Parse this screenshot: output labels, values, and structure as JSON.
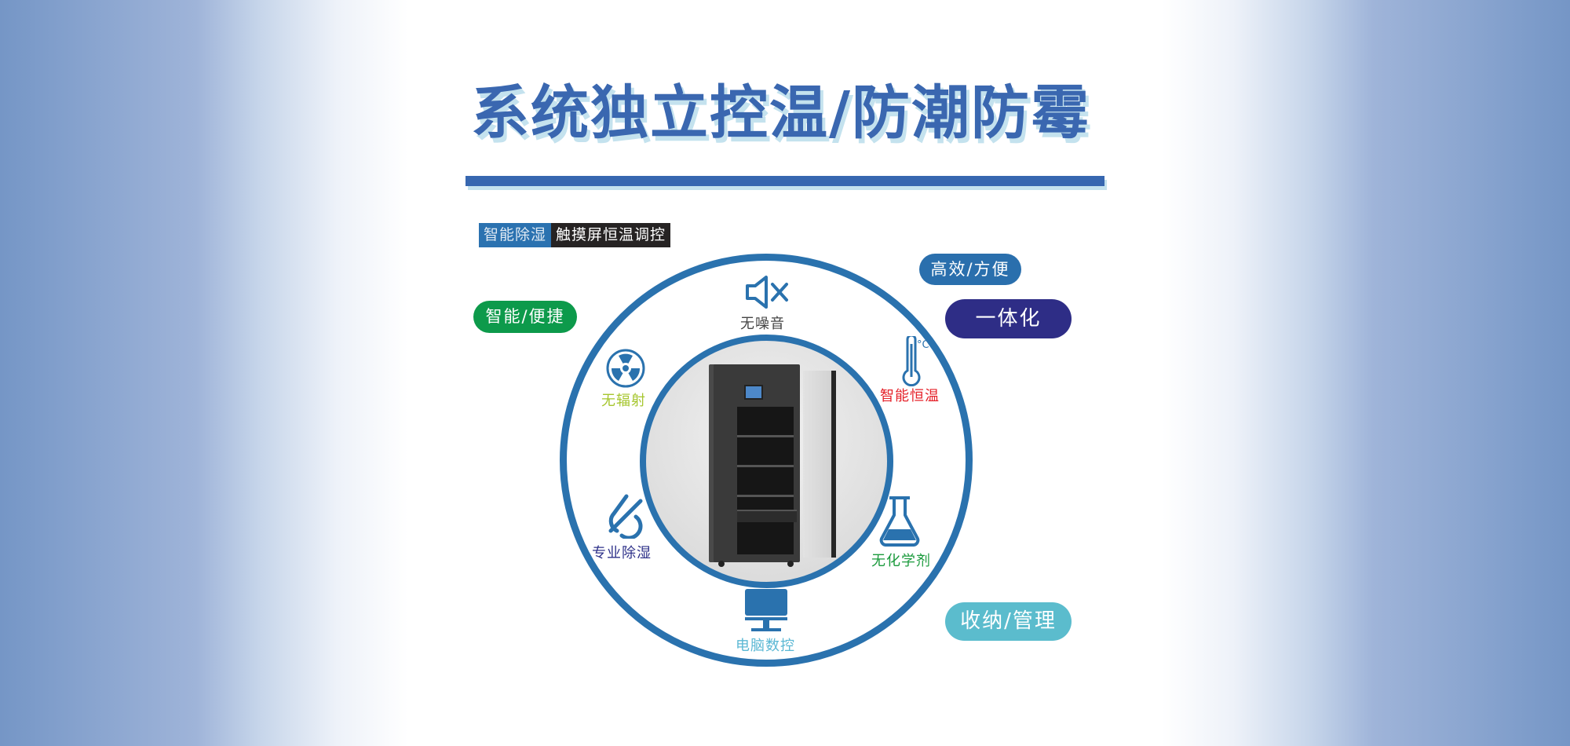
{
  "title": "系统独立控温/防潮防霉",
  "tag": {
    "highlight": "智能除湿",
    "text": "触摸屏恒温调控"
  },
  "pills": {
    "efficient": "高效/方便",
    "integrated": "一体化",
    "smart": "智能/便捷",
    "storage": "收纳/管理"
  },
  "features": {
    "silent": "无噪音",
    "radiation": "无辐射",
    "temperature": "智能恒温",
    "temperature_unit": "°C",
    "dehumidify": "专业除湿",
    "chemical": "无化学剂",
    "computer": "电脑数控"
  },
  "colors": {
    "primary": "#2a72ae",
    "navy": "#2e2d86",
    "green": "#0d9a4b",
    "cyan": "#5bbccd",
    "red": "#e5222a",
    "lime": "#a6c62e"
  }
}
